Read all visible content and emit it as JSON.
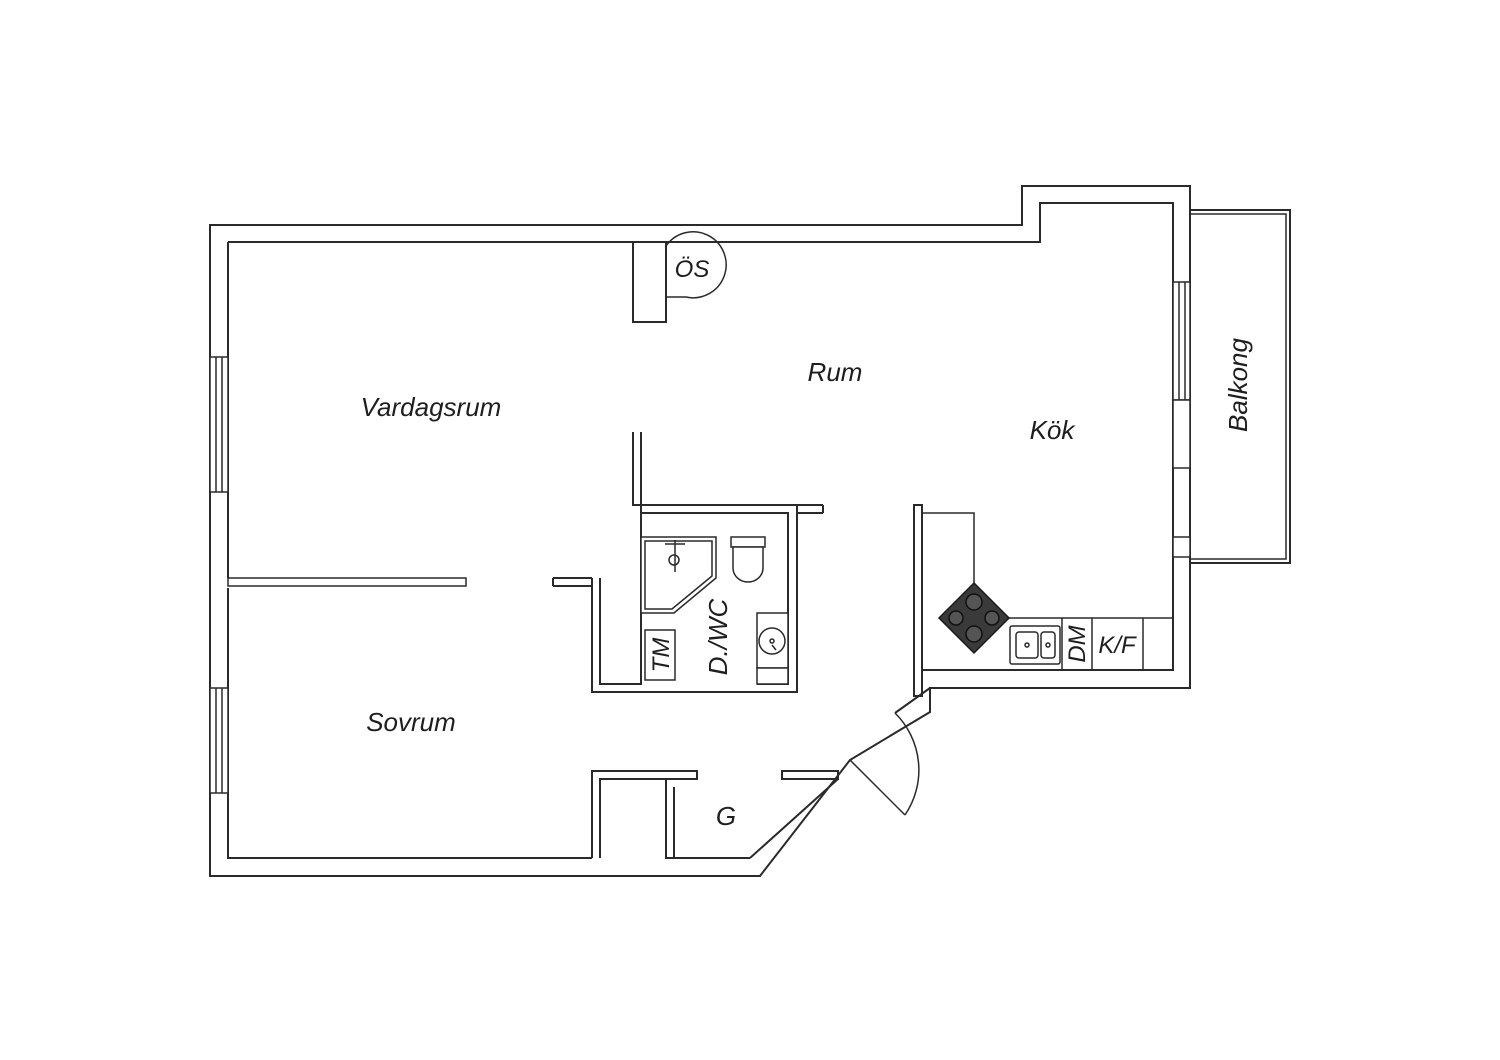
{
  "plan": {
    "rooms": {
      "vardagsrum": "Vardagsrum",
      "rum": "Rum",
      "kok": "Kök",
      "sovrum": "Sovrum",
      "balkong": "Balkong",
      "bathroom": "D./WC",
      "hall": "G",
      "storage": "ÖS"
    },
    "appliances": {
      "washer": "TM",
      "dishwasher": "DM",
      "fridge_freezer": "K/F"
    }
  }
}
